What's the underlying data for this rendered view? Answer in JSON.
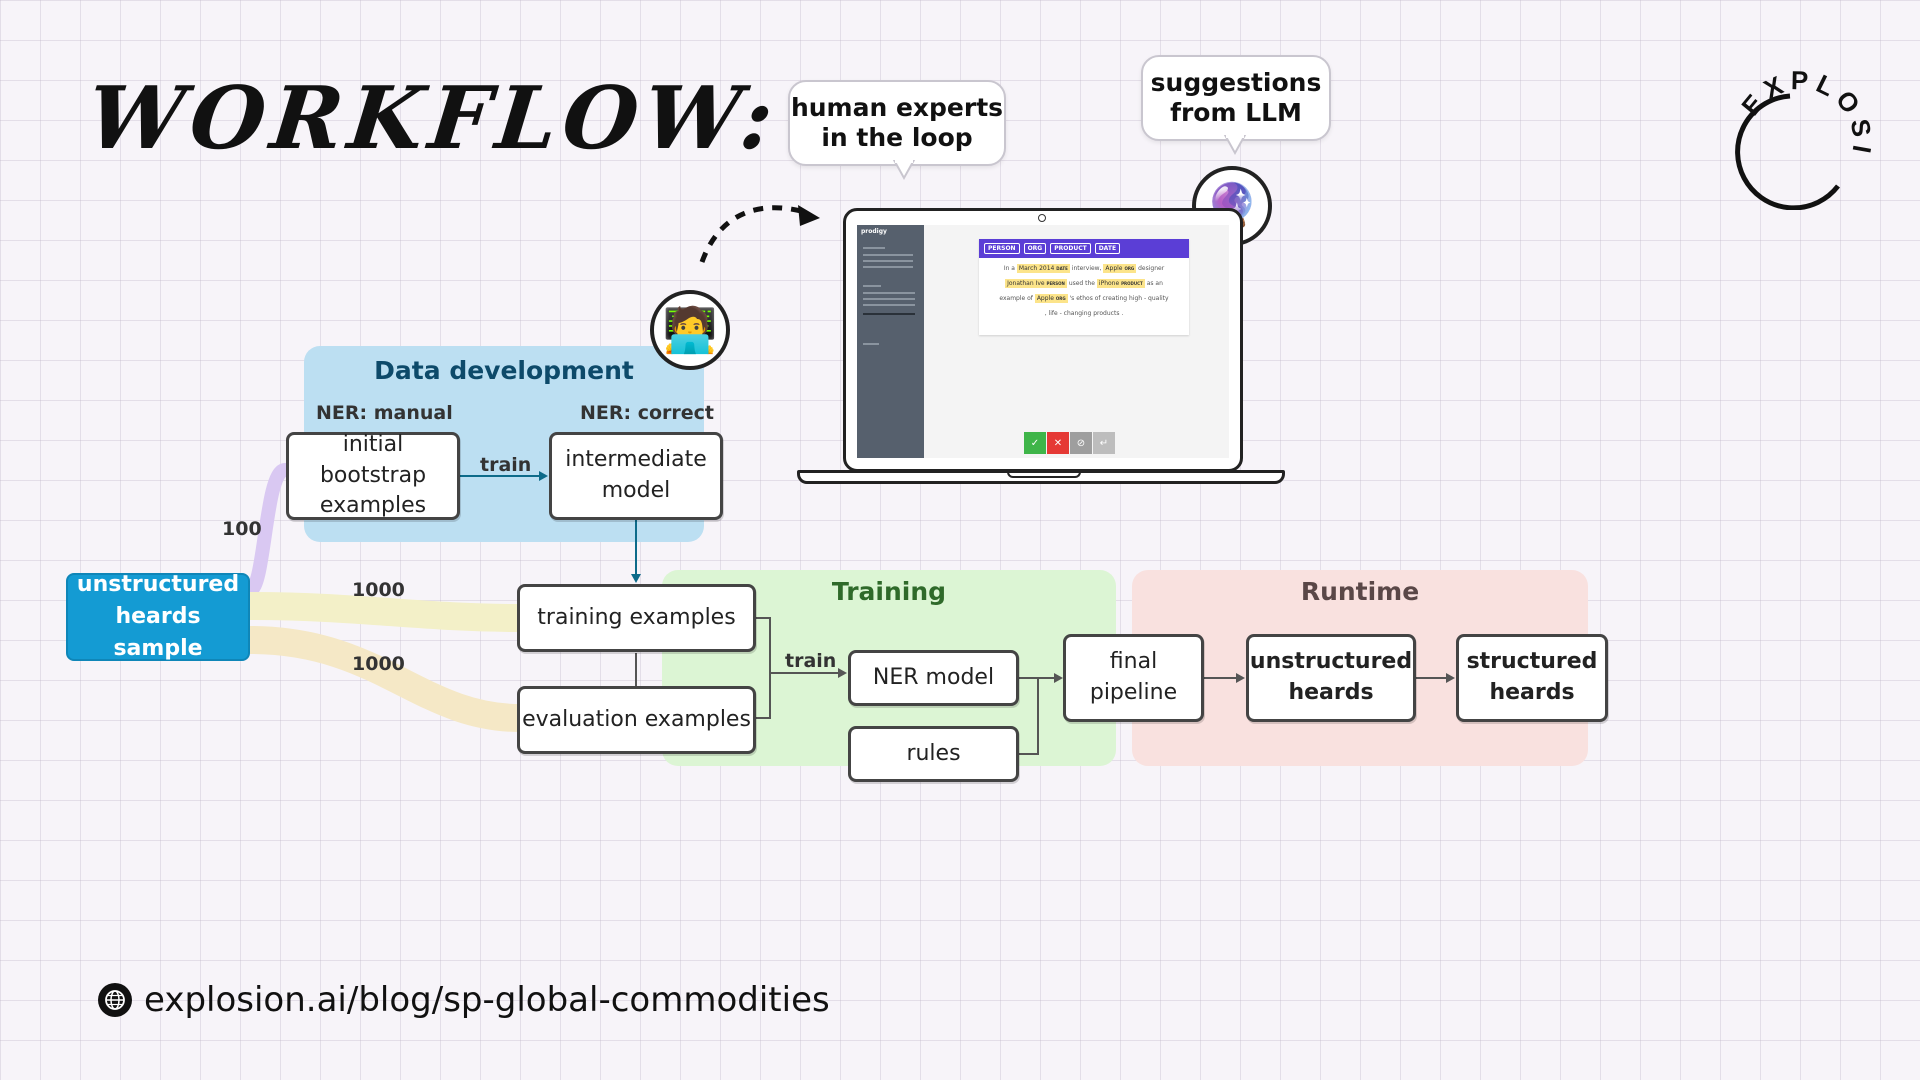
{
  "page": {
    "title": "WORKFLOW:"
  },
  "footer": {
    "url": "explosion.ai/blog/sp-global-commodities",
    "icon": "globe-icon"
  },
  "logo": {
    "text": "EXPLOSION"
  },
  "bubbles": {
    "human": "human experts\nin the loop",
    "llm": "suggestions\nfrom LLM"
  },
  "avatars": {
    "human": "🧑‍💻",
    "llm": "🔮"
  },
  "data_development": {
    "title": "Data development",
    "manual_label": "NER: manual",
    "correct_label": "NER: correct",
    "bootstrap": "initial bootstrap\nexamples",
    "train_label": "train",
    "intermediate": "intermediate\nmodel"
  },
  "source": {
    "label": "unstructured\nheards sample",
    "count_bootstrap": "100",
    "count_training": "1000",
    "count_eval": "1000"
  },
  "training": {
    "title": "Training",
    "training_examples": "training examples",
    "evaluation_examples": "evaluation examples",
    "train_label": "train",
    "ner_model": "NER model",
    "rules": "rules",
    "final_pipeline": "final\npipeline"
  },
  "runtime": {
    "title": "Runtime",
    "unstructured": "unstructured\nheards",
    "structured": "structured\nheards"
  },
  "prodigy": {
    "brand": "prodigy",
    "labels": [
      "PERSON",
      "ORG",
      "PRODUCT",
      "DATE"
    ],
    "sentence": {
      "in": "In a",
      "date": "March 2014",
      "date_tag": "DATE",
      "p1": "interview,",
      "org": "Apple",
      "org_tag": "ORG",
      "p2": "designer",
      "person": "Jonathan Ive",
      "person_tag": "PERSON",
      "p3": "used the",
      "product": "iPhone",
      "product_tag": "PRODUCT",
      "p4": "as an",
      "p5": "example of",
      "org2": "Apple",
      "org2_tag": "ORG",
      "p6": "'s ethos of creating high - quality",
      "p7": ", life - changing products ."
    },
    "controls": [
      "✓",
      "✕",
      "⊘",
      "↵"
    ]
  },
  "colors": {
    "data_dev": "#bcdff2",
    "training": "#dcf5d4",
    "runtime": "#f9e1df",
    "source": "#149bd3",
    "prodigy_bar": "#5b3ed6"
  }
}
